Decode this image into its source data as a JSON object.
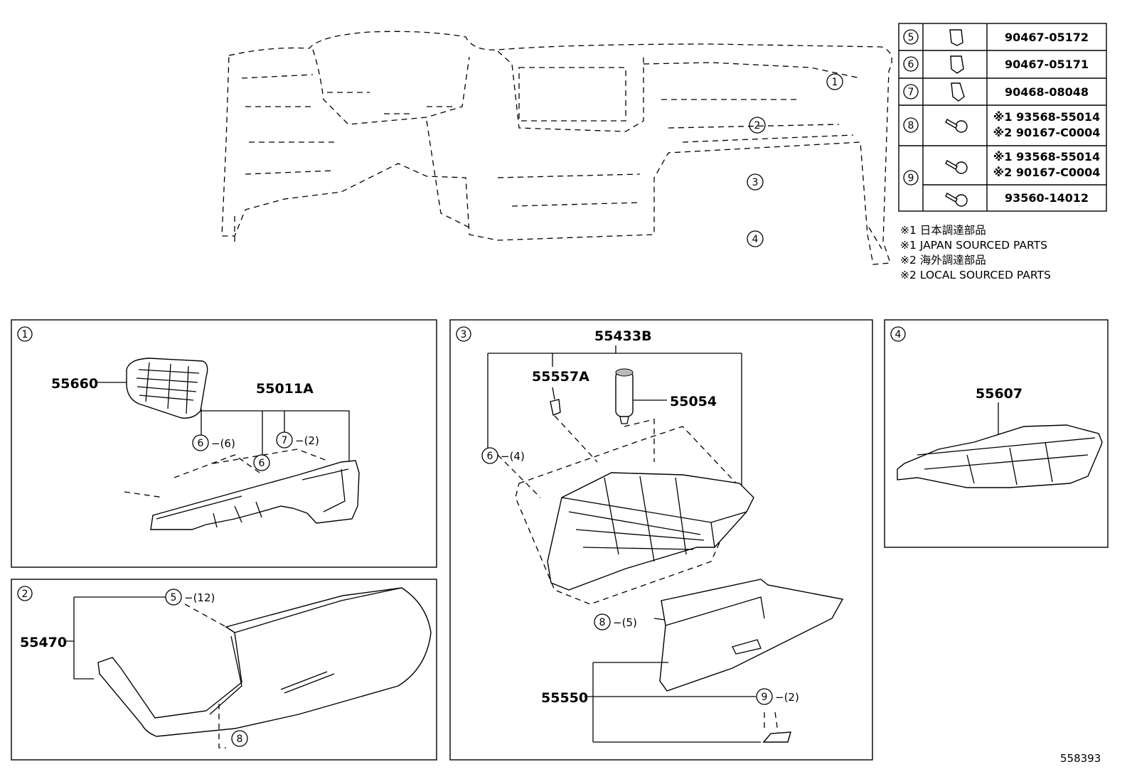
{
  "figure_code": "558393",
  "fastener_table": [
    {
      "callout": "5",
      "parts": [
        "90467-05172"
      ]
    },
    {
      "callout": "6",
      "parts": [
        "90467-05171"
      ]
    },
    {
      "callout": "7",
      "parts": [
        "90468-08048"
      ]
    },
    {
      "callout": "8",
      "parts": [
        "※1 93568-55014",
        "※2 90167-C0004"
      ]
    },
    {
      "callout": "9",
      "parts": [
        "※1 93568-55014",
        "※2 90167-C0004",
        "93560-14012"
      ]
    }
  ],
  "notes": [
    "※1 日本調達部品",
    "※1 JAPAN SOURCED PARTS",
    "※2 海外調達部品",
    "※2 LOCAL SOURCED PARTS"
  ],
  "overview_callouts": [
    "1",
    "2",
    "3",
    "4"
  ],
  "panel1": {
    "callout": "1",
    "parts": {
      "vent": "55660",
      "bracket": "55011A"
    },
    "clips": [
      {
        "callout": "6",
        "qty": "(6)"
      },
      {
        "callout": "6",
        "qty": ""
      },
      {
        "callout": "7",
        "qty": "(2)"
      }
    ]
  },
  "panel2": {
    "callout": "2",
    "parts": {
      "lower_panel": "55470"
    },
    "clips": [
      {
        "callout": "5",
        "qty": "(12)"
      },
      {
        "callout": "8",
        "qty": ""
      }
    ]
  },
  "panel3": {
    "callout": "3",
    "parts": {
      "assembly": "55433B",
      "bumper": "55557A",
      "damper": "55054",
      "door": "55550"
    },
    "clips": [
      {
        "callout": "6",
        "qty": "(4)"
      },
      {
        "callout": "8",
        "qty": "(5)"
      },
      {
        "callout": "9",
        "qty": "(2)"
      }
    ]
  },
  "panel4": {
    "callout": "4",
    "parts": {
      "cover": "55607"
    }
  }
}
